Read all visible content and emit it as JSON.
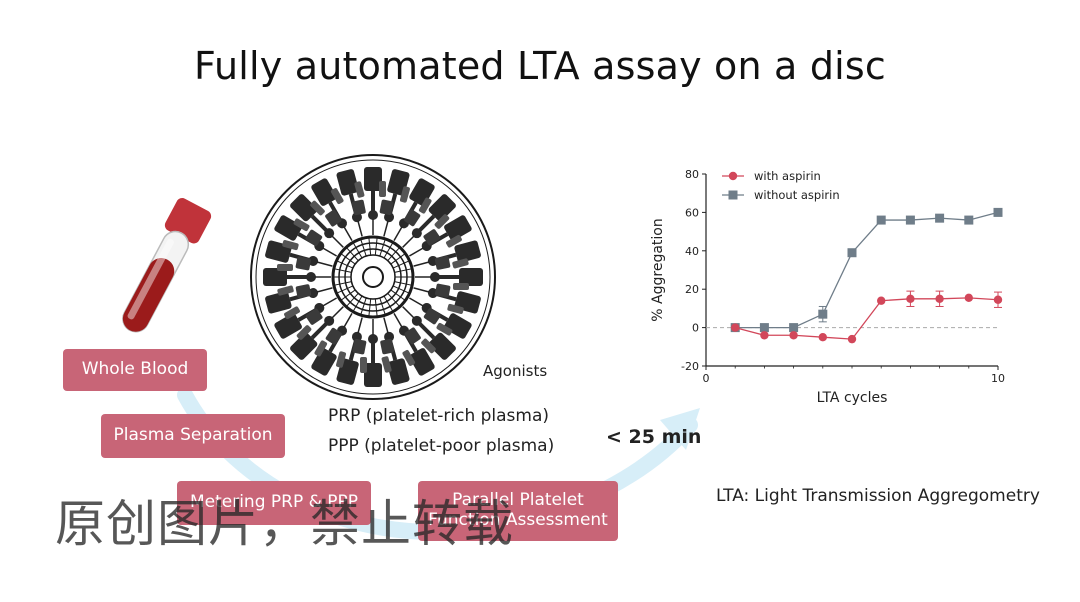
{
  "title": "Fully automated LTA assay on a disc",
  "steps": {
    "whole_blood": "Whole Blood",
    "plasma_separation": "Plasma Separation",
    "metering": "Metering PRP & PPP",
    "platelet_assessment_line1": "Parallel Platelet",
    "platelet_assessment_line2": "Function Assessment"
  },
  "labels": {
    "agonists": "Agonists",
    "prp": "PRP (platelet-rich plasma)",
    "ppp": "PPP (platelet-poor plasma)",
    "time": "< 25 min",
    "lta_definition": "LTA: Light Transmission Aggregometry"
  },
  "watermark": "原创图片，禁止转载",
  "colors": {
    "step_box": "#c86577",
    "arrow": "#d7eef8",
    "with_aspirin": "#d2475a",
    "without_aspirin": "#6f7d89",
    "blood": "#9b1b1b"
  },
  "chart_data": {
    "type": "line",
    "xlabel": "LTA cycles",
    "ylabel": "% Aggregation",
    "xlim": [
      0,
      10
    ],
    "ylim": [
      -20,
      80
    ],
    "xticks": [
      0,
      10
    ],
    "yticks": [
      -20,
      0,
      20,
      40,
      60,
      80
    ],
    "baseline_dashed_at": 0,
    "legend_position": "top-left",
    "series": [
      {
        "name": "with aspirin",
        "marker": "circle",
        "x": [
          1,
          2,
          3,
          4,
          5,
          6,
          7,
          8,
          9,
          10
        ],
        "y": [
          0,
          -4,
          -4,
          -5,
          -6,
          14,
          15,
          15,
          15.5,
          14.5
        ],
        "err": [
          0,
          0,
          0,
          0,
          0,
          0,
          4,
          4,
          0,
          4
        ]
      },
      {
        "name": "without aspirin",
        "marker": "square",
        "x": [
          1,
          2,
          3,
          4,
          5,
          6,
          7,
          8,
          9,
          10
        ],
        "y": [
          0,
          0,
          0,
          7,
          39,
          56,
          56,
          57,
          56,
          60
        ],
        "err": [
          0,
          0,
          0,
          4,
          0,
          0,
          0,
          0,
          0,
          0
        ]
      }
    ]
  }
}
